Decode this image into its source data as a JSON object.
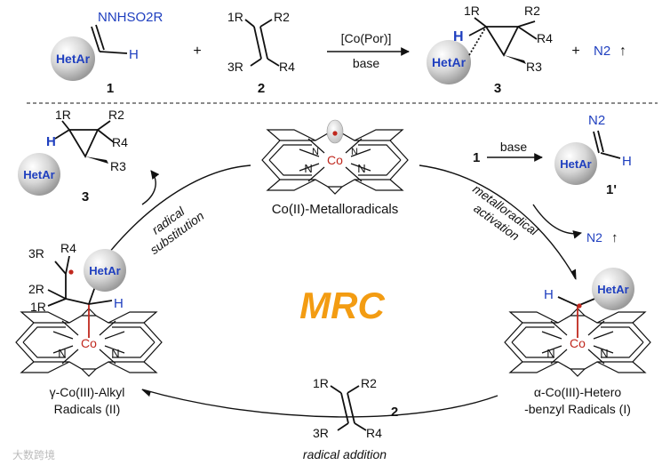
{
  "colors": {
    "accent": "#f39c12",
    "blue": "#1f3fbf",
    "red": "#c0281e",
    "sphere": "#c8c8c8"
  },
  "top_scheme": {
    "reagent1": {
      "group": "NNHSO2R",
      "h": "H",
      "hetar": "HetAr",
      "number": "1"
    },
    "reagent2": {
      "r1": "1R",
      "r2": "R2",
      "r3": "3R",
      "r4": "R4",
      "number": "2",
      "plus": "+"
    },
    "arrow": {
      "above": "[Co(Por)]",
      "below": "base"
    },
    "product3": {
      "r1": "1R",
      "r2": "R2",
      "r3": "R3",
      "r4": "R4",
      "h": "H",
      "hetar": "HetAr",
      "number": "3"
    },
    "byproduct": {
      "plus": "+",
      "text": "N2",
      "up_arrow": "↑"
    }
  },
  "cycle": {
    "center_label": "MRC",
    "top_catalyst": {
      "caption": "Co(II)-Metalloradicals"
    },
    "metal": {
      "co": "Co",
      "n": "N"
    },
    "left_product": {
      "r1": "1R",
      "r2": "R2",
      "r3": "R3",
      "r4": "R4",
      "h": "H",
      "hetar": "HetAr",
      "number": "3"
    },
    "activation": {
      "reagent": "1",
      "base": "base",
      "intermediate": "1'",
      "diazo": "N2",
      "h": "H",
      "hetar": "HetAr",
      "n2_release": "N2",
      "up_arrow": "↑"
    },
    "right_intermediate": {
      "h": "H",
      "hetar": "HetAr",
      "caption_line1": "α-Co(III)-Hetero",
      "caption_line2": "-benzyl Radicals (I)"
    },
    "left_intermediate": {
      "r1": "1R",
      "r2": "2R",
      "r3": "3R",
      "r4": "R4",
      "h": "H",
      "hetar": "HetAr",
      "caption_line1": "γ-Co(III)-Alkyl",
      "caption_line2": "Radicals (II)"
    },
    "bottom_reagent": {
      "r1": "1R",
      "r2": "R2",
      "r3": "3R",
      "r4": "R4",
      "number": "2"
    },
    "steps": {
      "radical_substitution": [
        "radical",
        "substitution"
      ],
      "metalloradical_activation": [
        "metalloradical",
        "activation"
      ],
      "radical_addition": "radical addition"
    }
  },
  "watermark": "大数跨境"
}
